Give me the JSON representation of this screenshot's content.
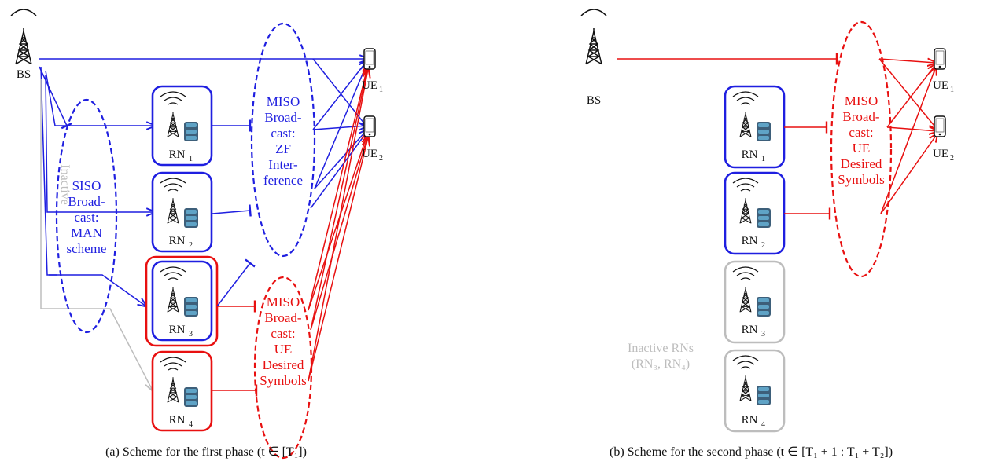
{
  "panel_a": {
    "bs_label": "BS",
    "inactive_label": "Inactive",
    "siso": [
      "SISO",
      "Broad-",
      "cast:",
      "MAN",
      "scheme"
    ],
    "miso_zf": [
      "MISO",
      "Broad-",
      "cast:",
      "ZF",
      "Inter-",
      "ference"
    ],
    "miso_ue": [
      "MISO",
      "Broad-",
      "cast:",
      "UE",
      "Desired",
      "Symbols"
    ],
    "rn": [
      {
        "base": "RN",
        "sub": "1"
      },
      {
        "base": "RN",
        "sub": "2"
      },
      {
        "base": "RN",
        "sub": "3"
      },
      {
        "base": "RN",
        "sub": "4"
      }
    ],
    "ue": [
      {
        "base": "UE",
        "sub": "1"
      },
      {
        "base": "UE",
        "sub": "2"
      }
    ],
    "caption": "(a) Scheme for the first phase (t ∈ [T₁])"
  },
  "panel_b": {
    "bs_label": "BS",
    "miso_ue": [
      "MISO",
      "Broad-",
      "cast:",
      "UE",
      "Desired",
      "Symbols"
    ],
    "inactive_rns": [
      "Inactive RNs",
      "(RN₃, RN₄)"
    ],
    "rn": [
      {
        "base": "RN",
        "sub": "1"
      },
      {
        "base": "RN",
        "sub": "2"
      },
      {
        "base": "RN",
        "sub": "3"
      },
      {
        "base": "RN",
        "sub": "4"
      }
    ],
    "ue": [
      {
        "base": "UE",
        "sub": "1"
      },
      {
        "base": "UE",
        "sub": "2"
      }
    ],
    "caption": "(b) Scheme for the second phase (t ∈ [T₁ + 1 : T₁ + T₂])"
  },
  "colors": {
    "blue": "#1f1fe0",
    "red": "#e81010",
    "gray": "#bdbdbd",
    "black": "#111111"
  },
  "icons": [
    "tower-icon",
    "wifi-icon",
    "database-icon",
    "phone-icon"
  ]
}
